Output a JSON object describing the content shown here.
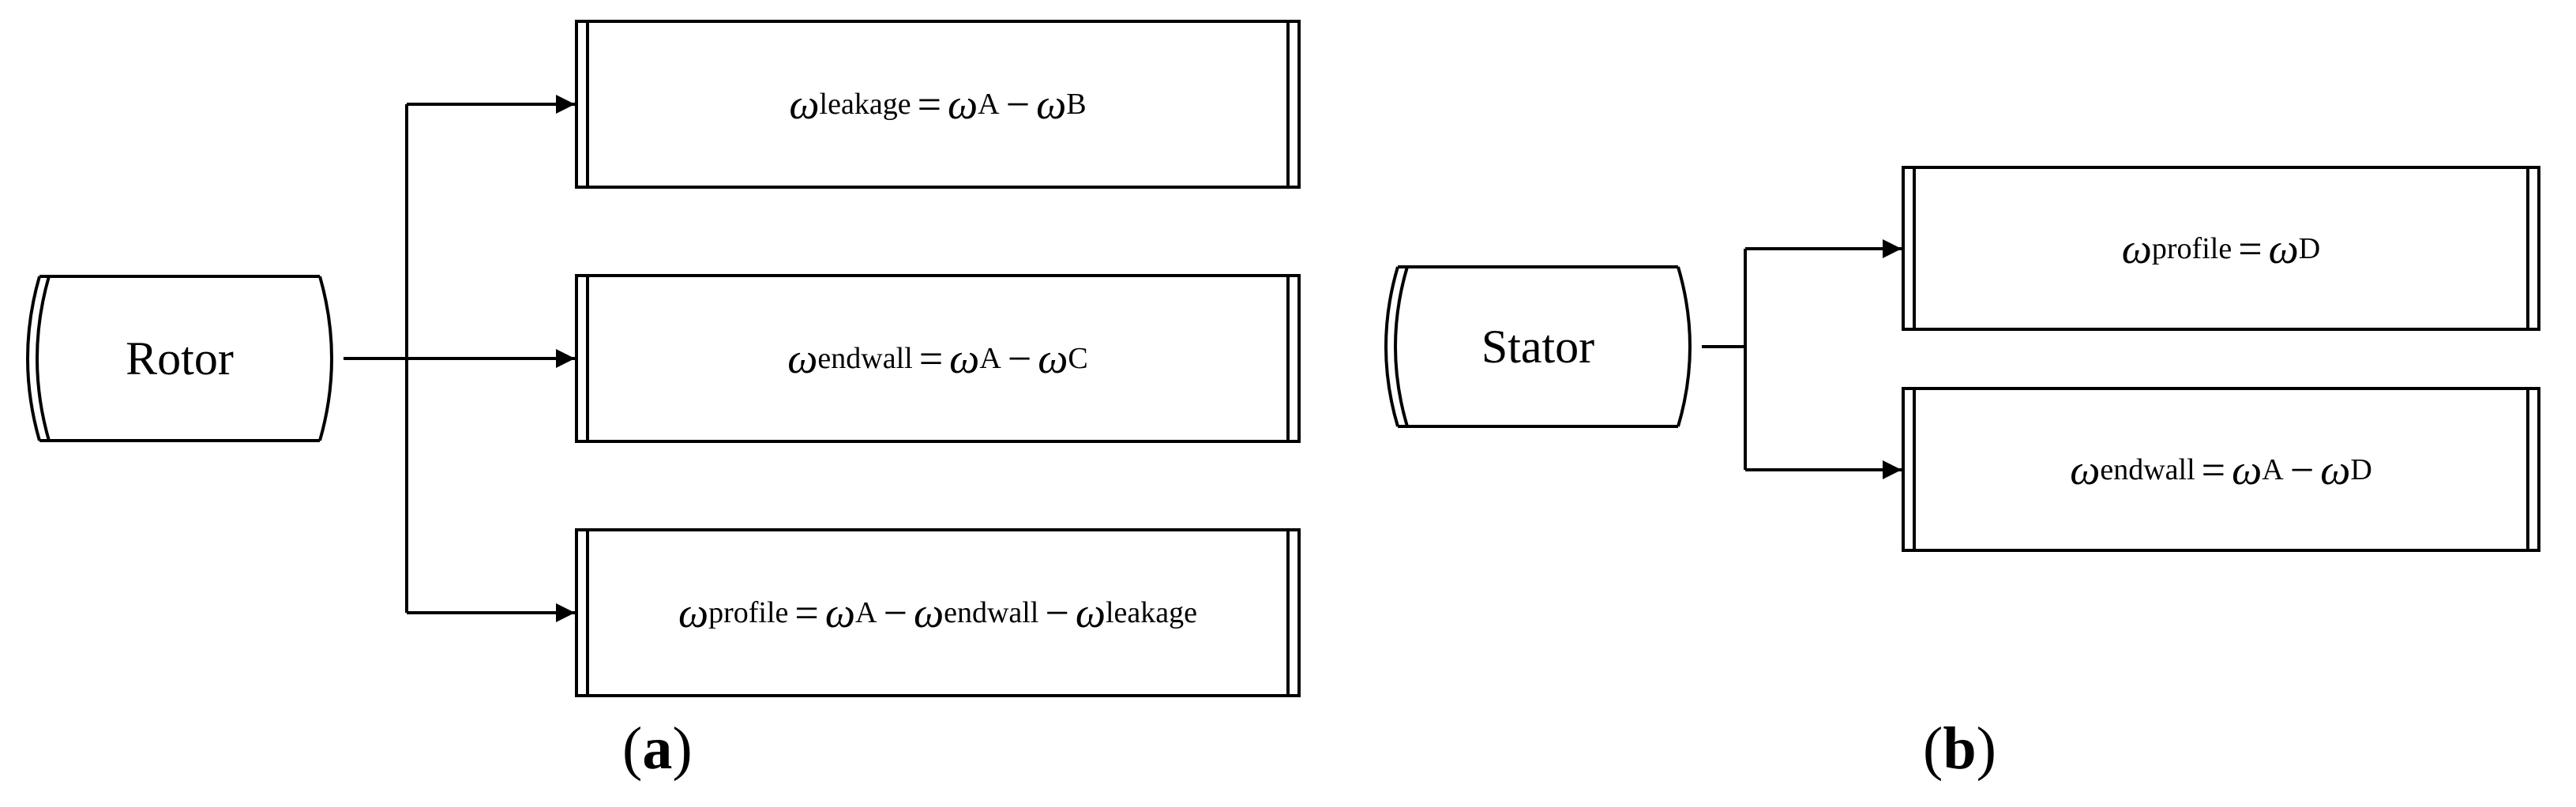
{
  "panels": [
    {
      "label_letter": "a",
      "source": "Rotor",
      "boxes": [
        {
          "lhs_sub": "leakage",
          "terms": [
            {
              "op": "=",
              "sub": "A"
            },
            {
              "op": "−",
              "sub": "B"
            }
          ]
        },
        {
          "lhs_sub": "endwall",
          "terms": [
            {
              "op": "=",
              "sub": "A"
            },
            {
              "op": "−",
              "sub": "C"
            }
          ]
        },
        {
          "lhs_sub": "profile",
          "terms": [
            {
              "op": "=",
              "sub": "A"
            },
            {
              "op": "−",
              "sub": "endwall"
            },
            {
              "op": "−",
              "sub": "leakage"
            }
          ]
        }
      ]
    },
    {
      "label_letter": "b",
      "source": "Stator",
      "boxes": [
        {
          "lhs_sub": "profile",
          "terms": [
            {
              "op": "=",
              "sub": "D"
            }
          ]
        },
        {
          "lhs_sub": "endwall",
          "terms": [
            {
              "op": "=",
              "sub": "A"
            },
            {
              "op": "−",
              "sub": "D"
            }
          ]
        }
      ]
    }
  ],
  "symbol": "ω",
  "colors": {
    "stroke": "#000000",
    "background": "#ffffff"
  }
}
